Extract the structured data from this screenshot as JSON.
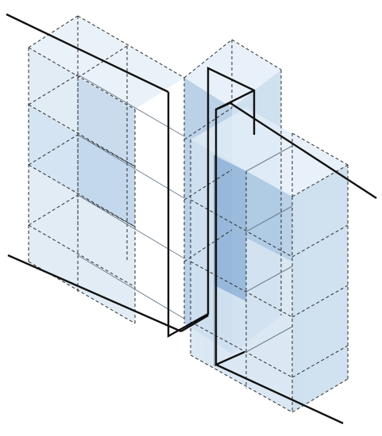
{
  "figure": {
    "grid": {
      "columns": 6,
      "rows": 4,
      "layers": 1
    },
    "colors": {
      "background": "#ffffff",
      "face_front": "#d8e6f2",
      "face_side": "#c4d9ec",
      "face_top": "#e3eef8",
      "face_inner": "#a9c6e2",
      "face_deep": "#8fb3d8",
      "edge_dashed": "#2b2b2b",
      "edge_thin": "#6e7f8f",
      "path_line": "#111111"
    },
    "style": {
      "cell_edges": "dashed",
      "cell_faces": "translucent",
      "conductor": "solid-black"
    }
  }
}
